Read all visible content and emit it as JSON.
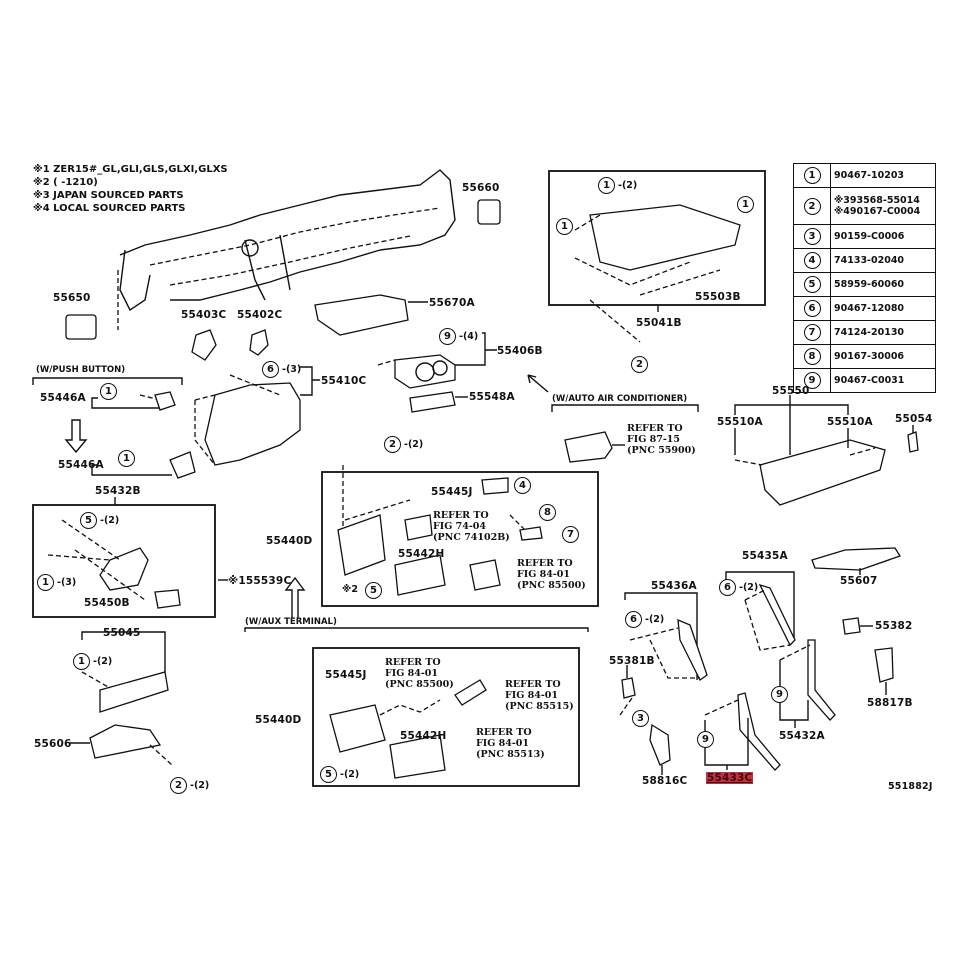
{
  "diagram_code": "551882J",
  "notes": [
    "※1 ZER15#_GL,GLI,GLS,GLXI,GLXS",
    "※2 (     -1210)",
    "※3 JAPAN SOURCED PARTS",
    "※4 LOCAL SOURCED PARTS"
  ],
  "legend": [
    {
      "key": "1",
      "parts": [
        "90467-10203"
      ]
    },
    {
      "key": "2",
      "parts": [
        "※393568-55014",
        "※490167-C0004"
      ]
    },
    {
      "key": "3",
      "parts": [
        "90159-C0006"
      ]
    },
    {
      "key": "4",
      "parts": [
        "74133-02040"
      ]
    },
    {
      "key": "5",
      "parts": [
        "58959-60060"
      ]
    },
    {
      "key": "6",
      "parts": [
        "90467-12080"
      ]
    },
    {
      "key": "7",
      "parts": [
        "74124-20130"
      ]
    },
    {
      "key": "8",
      "parts": [
        "90167-30006"
      ]
    },
    {
      "key": "9",
      "parts": [
        "90467-C0031"
      ]
    }
  ],
  "sections": {
    "push_button": "(W/PUSH BUTTON)",
    "auto_air": "(W/AUTO AIR CONDITIONER)",
    "aux_terminal": "(W/AUX TERMINAL)"
  },
  "parts": {
    "p55660": "55660",
    "p55650": "55650",
    "p55403C": "55403C",
    "p55402C": "55402C",
    "p55670A": "55670A",
    "p55406B": "55406B",
    "p55410C": "55410C",
    "p55548A": "55548A",
    "p55446A_1": "55446A",
    "p55446A_2": "55446A",
    "p55432B": "55432B",
    "p55450B": "55450B",
    "p55539C": "※155539C",
    "p55045": "55045",
    "p55606": "55606",
    "p55041B": "55041B",
    "p55503B": "55503B",
    "p55550": "55550",
    "p55510A_1": "55510A",
    "p55510A_2": "55510A",
    "p55054": "55054",
    "p55440D_1": "55440D",
    "p55445J_1": "55445J",
    "p55442H_1": "55442H",
    "p55440D_2": "55440D",
    "p55445J_2": "55445J",
    "p55442H_2": "55442H",
    "p55435A": "55435A",
    "p55436A": "55436A",
    "p55607": "55607",
    "p55382": "55382",
    "p55381B": "55381B",
    "p58817B": "58817B",
    "p55432A": "55432A",
    "p58816C": "58816C",
    "p55433C": "55433C"
  },
  "refs": {
    "auto_air": "REFER TO\nFIG 87-15\n(PNC 55900)",
    "box1_a": "REFER TO\nFIG 74-04\n(PNC 74102B)",
    "box1_b": "REFER TO\nFIG 84-01\n(PNC 85500)",
    "box2_a": "REFER TO\nFIG 84-01\n(PNC 85500)",
    "box2_b": "REFER TO\nFIG 84-01\n(PNC 85515)",
    "box2_c": "REFER TO\nFIG 84-01\n(PNC 85513)"
  },
  "callouts": {
    "c_glove_1a": {
      "n": "1",
      "q": "-(2)"
    },
    "c_glove_1b": {
      "n": "1",
      "q": ""
    },
    "c_glove_1c": {
      "n": "1",
      "q": ""
    },
    "c_glove_2": {
      "n": "2",
      "q": ""
    },
    "c_55406_9": {
      "n": "9",
      "q": "-(4)"
    },
    "c_55410_6": {
      "n": "6",
      "q": "-(3)"
    },
    "c_push_1a": {
      "n": "1",
      "q": ""
    },
    "c_push_1b": {
      "n": "1",
      "q": ""
    },
    "c_55432b_5": {
      "n": "5",
      "q": "-(2)"
    },
    "c_55432b_1": {
      "n": "1",
      "q": "-(3)"
    },
    "c_box1_2": {
      "n": "2",
      "q": "-(2)"
    },
    "c_box1_4": {
      "n": "4",
      "q": ""
    },
    "c_box1_8": {
      "n": "8",
      "q": ""
    },
    "c_box1_7": {
      "n": "7",
      "q": ""
    },
    "c_box1_5": {
      "n": "5",
      "q": ""
    },
    "c_55045_1": {
      "n": "1",
      "q": "-(2)"
    },
    "c_55606_2": {
      "n": "2",
      "q": "-(2)"
    },
    "c_box2_5": {
      "n": "5",
      "q": "-(2)"
    },
    "c_55435_6": {
      "n": "6",
      "q": "-(2)"
    },
    "c_55436_6": {
      "n": "6",
      "q": "-(2)"
    },
    "c_55381_3": {
      "n": "3",
      "q": ""
    },
    "c_55432a_9": {
      "n": "9",
      "q": ""
    },
    "c_55433_9": {
      "n": "9",
      "q": ""
    }
  },
  "box1_note": "※2",
  "highlight_color": "#c0323f"
}
